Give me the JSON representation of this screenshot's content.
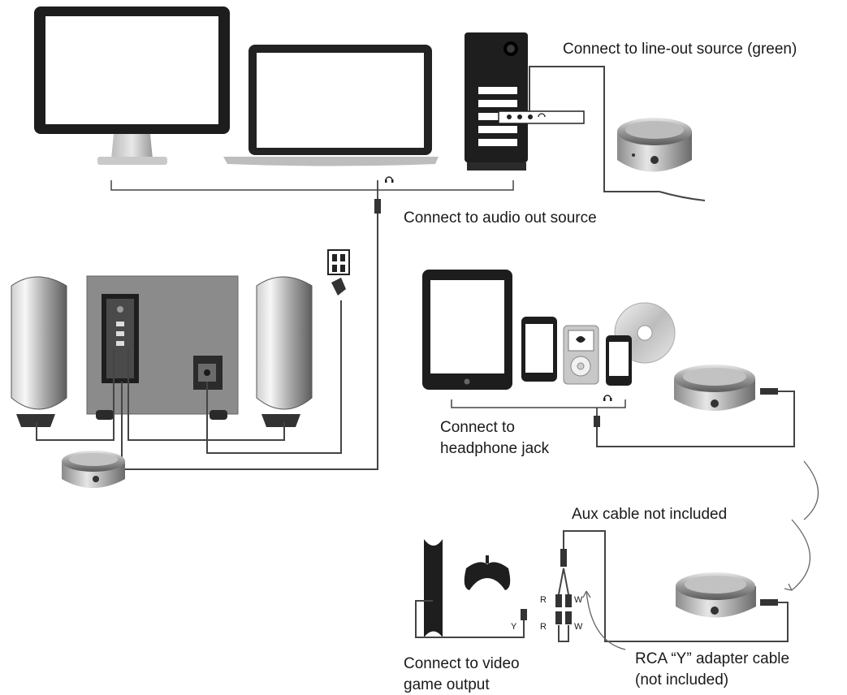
{
  "labels": {
    "line_out": "Connect to line-out source (green)",
    "audio_out": "Connect to audio out source",
    "headphone_line1": "Connect to",
    "headphone_line2": "headphone jack",
    "aux": "Aux cable not included",
    "game_line1": "Connect to video",
    "game_line2": "game output",
    "rca_line1": "RCA “Y” adapter cable",
    "rca_line2": "(not included)"
  },
  "jack_letters": {
    "r_top": "R",
    "w_top": "W",
    "r_bottom": "R",
    "w_bottom": "W",
    "y": "Y"
  },
  "icons": [
    "headphone-icon",
    "power-outlet-icon"
  ]
}
